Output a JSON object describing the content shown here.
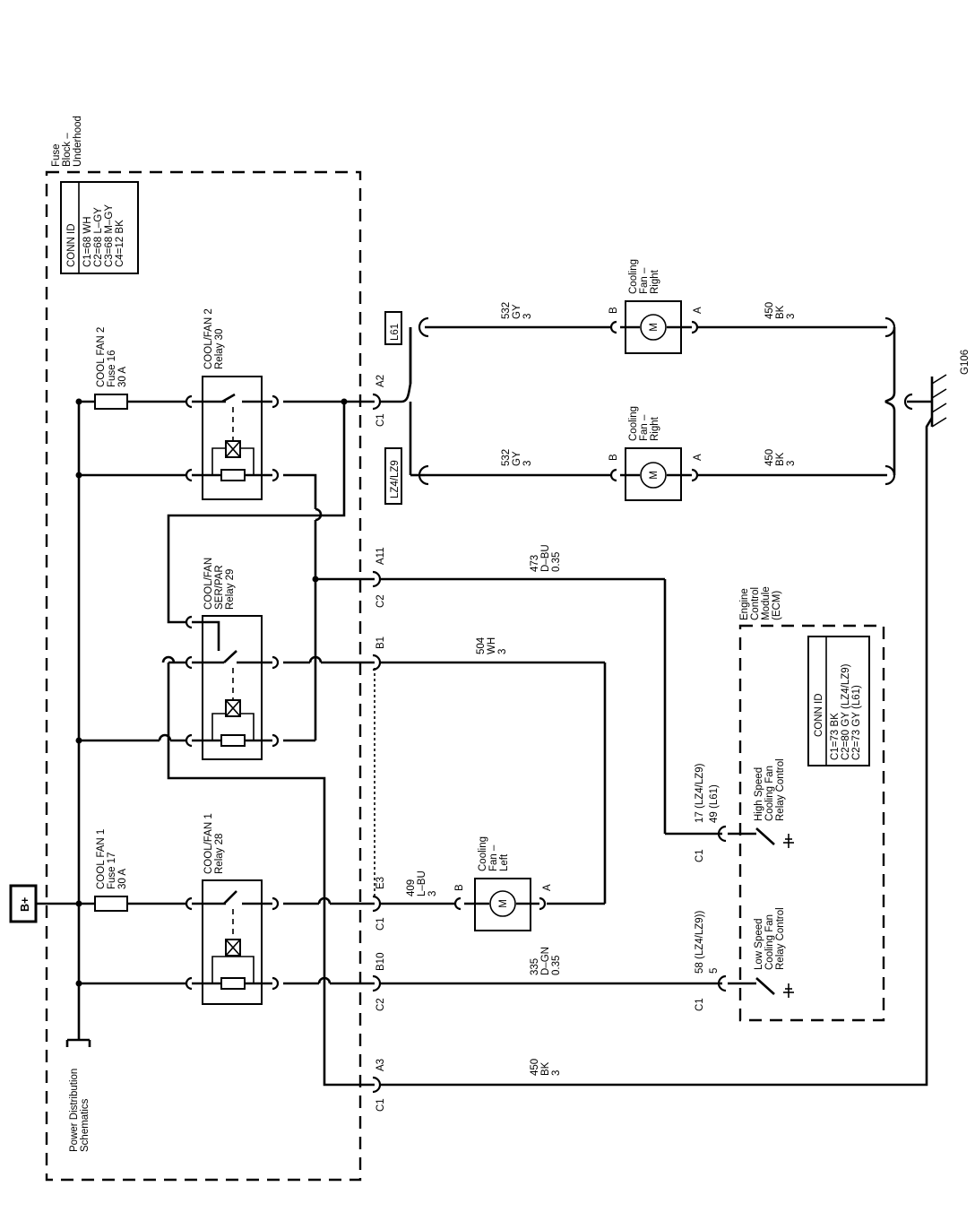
{
  "power": {
    "bplus": "B+",
    "power_distribution": [
      "Power Distribution",
      "Schematics"
    ]
  },
  "fuse_block": {
    "title": [
      "Fuse",
      "Block –",
      "Underhood"
    ],
    "conn": {
      "header": "CONN ID",
      "lines": [
        "C1=68 WH",
        "C2=68 L–GY",
        "C3=68 M–GY",
        "C4=12 BK"
      ]
    },
    "fuse16": [
      "COOL FAN 2",
      "Fuse 16",
      "30 A"
    ],
    "fuse17": [
      "COOL FAN 1",
      "Fuse 17",
      "30 A"
    ],
    "relay30": [
      "COOL/FAN 2",
      "Relay 30"
    ],
    "relay29": [
      "COOL/FAN",
      "SER/PAR",
      "Relay 29"
    ],
    "relay28": [
      "COOL/FAN 1",
      "Relay 28"
    ]
  },
  "connectors": {
    "a2": "A2",
    "c1_a2": "C1",
    "a11": "A11",
    "c2_a11": "C2",
    "b1": "B1",
    "e3": "E3",
    "c1_e3": "C1",
    "b10": "B10",
    "c2_b10": "C2",
    "a3": "A3",
    "c1_a3": "C1"
  },
  "options": {
    "l61": "L61",
    "lz4lz9": "LZ4/LZ9"
  },
  "wires": {
    "w532_top": [
      "532",
      "GY",
      "3"
    ],
    "w532_bot": [
      "532",
      "GY",
      "3"
    ],
    "w450_top": [
      "450",
      "BK",
      "3"
    ],
    "w450_bot": [
      "450",
      "BK",
      "3"
    ],
    "w473": [
      "473",
      "D–BU",
      "0.35"
    ],
    "w504": [
      "504",
      "WH",
      "3"
    ],
    "w409": [
      "409",
      "L–BU",
      "3"
    ],
    "w335": [
      "335",
      "D–GN",
      "0.35"
    ],
    "w450_gnd": [
      "450",
      "BK",
      "3"
    ]
  },
  "fans": {
    "right_top": {
      "label": [
        "Cooling",
        "Fan –",
        "Right"
      ],
      "motor": "M",
      "pin_b": "B",
      "pin_a": "A"
    },
    "right_bot": {
      "label": [
        "Cooling",
        "Fan –",
        "Right"
      ],
      "motor": "M",
      "pin_b": "B",
      "pin_a": "A"
    },
    "left": {
      "label": [
        "Cooling",
        "Fan –",
        "Left"
      ],
      "motor": "M",
      "pin_b": "B",
      "pin_a": "A"
    }
  },
  "ground": "G106",
  "ecm": {
    "title": [
      "Engine",
      "Control",
      "Module",
      "(ECM)"
    ],
    "conn": {
      "header": "CONN ID",
      "lines": [
        "C1=73 BK",
        "C2=80 GY (LZ4/LZ9)",
        "C2=73 GY (L61)"
      ]
    },
    "high": {
      "pins": [
        "17 (LZ4/LZ9)",
        "49 (L61)"
      ],
      "conn": "C1",
      "label": [
        "High Speed",
        "Cooling Fan",
        "Relay Control"
      ]
    },
    "low": {
      "pins": [
        "58 (LZ4/LZ9))",
        "5"
      ],
      "conn": "C1",
      "label": [
        "Low Speed",
        "Cooling Fan",
        "Relay Control"
      ]
    }
  }
}
